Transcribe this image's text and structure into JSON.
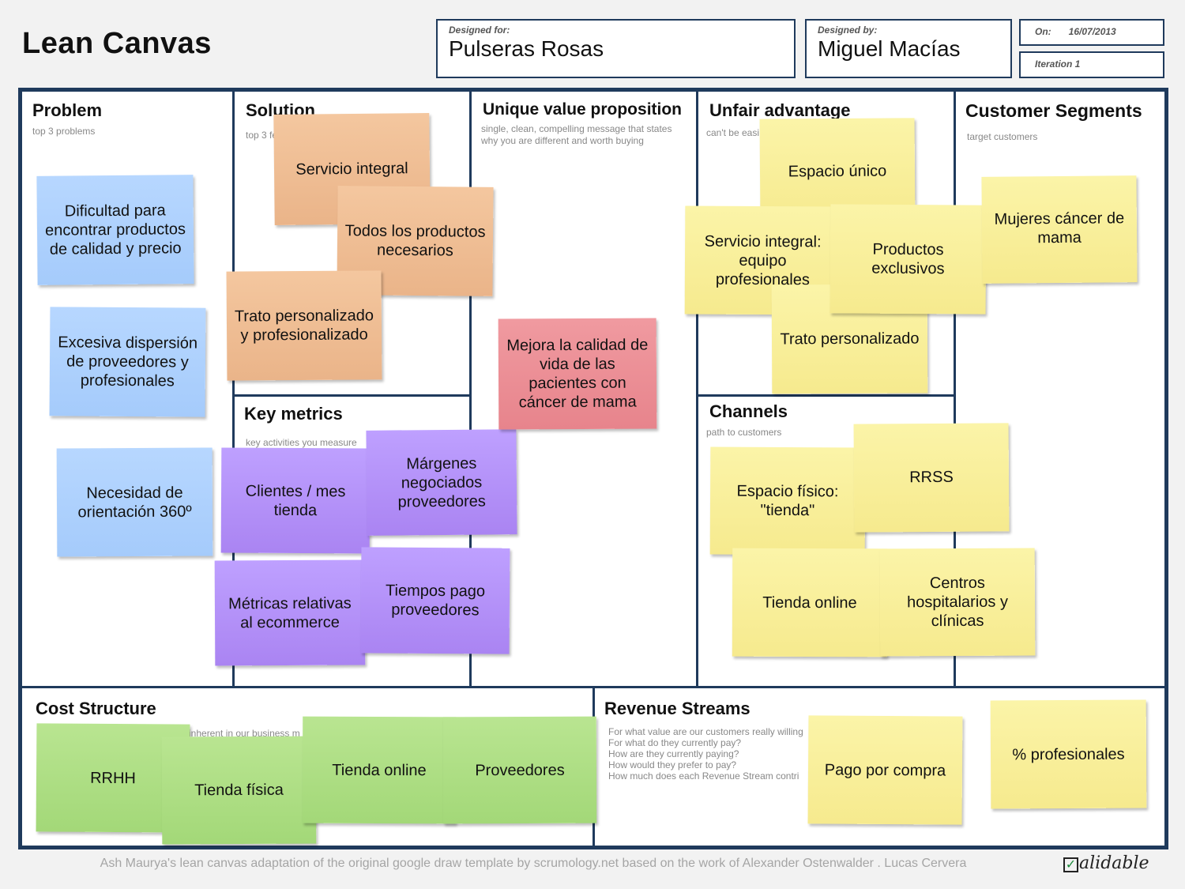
{
  "header": {
    "title": "Lean Canvas",
    "designed_for_label": "Designed for:",
    "designed_for": "Pulseras Rosas",
    "designed_by_label": "Designed by:",
    "designed_by": "Miguel Macías",
    "on_label": "On:",
    "date": "16/07/2013",
    "iteration": "Iteration 1"
  },
  "sections": {
    "problem": {
      "title": "Problem",
      "subtitle": "top 3 problems"
    },
    "solution": {
      "title": "Solution",
      "subtitle": "top 3 fe"
    },
    "uvp": {
      "title": "Unique value proposition",
      "subtitle_1": "single, clean, compelling message that states",
      "subtitle_2": "why you are different and worth buying"
    },
    "unfair": {
      "title": "Unfair advantage",
      "subtitle": "can't be easi"
    },
    "segments": {
      "title": "Customer Segments",
      "subtitle": "target customers"
    },
    "metrics": {
      "title": "Key metrics",
      "subtitle": "key activities you measure"
    },
    "channels": {
      "title": "Channels",
      "subtitle": "path to customers"
    },
    "cost": {
      "title": "Cost Structure",
      "subtitle": "inherent in our business m"
    },
    "revenue": {
      "title": "Revenue Streams",
      "subtitle_lines": [
        "For what value are our customers really willing",
        "For what do they currently pay?",
        "How are they currently paying?",
        "How would they prefer to pay?",
        "How much does each Revenue Stream contri"
      ]
    }
  },
  "notes": {
    "problem": [
      "Dificultad para encontrar productos de calidad y precio",
      "Excesiva dispersión de proveedores y profesionales",
      "Necesidad de orientación 360º"
    ],
    "solution": [
      "Servicio integral",
      "Todos los productos necesarios",
      "Trato personalizado y profesionalizado"
    ],
    "metrics": [
      "Clientes / mes tienda",
      "Márgenes negociados proveedores",
      "Métricas relativas al ecommerce",
      "Tiempos pago proveedores"
    ],
    "uvp": [
      "Mejora la calidad de vida de las pacientes con cáncer de mama"
    ],
    "unfair": [
      "Espacio único",
      "Servicio integral: equipo profesionales",
      "Productos exclusivos",
      "Trato personalizado"
    ],
    "segments": [
      "Mujeres cáncer de mama"
    ],
    "channels": [
      "Espacio físico: \"tienda\"",
      "RRSS",
      "Tienda online",
      "Centros hospitalarios y clínicas"
    ],
    "cost": [
      "RRHH",
      "Tienda física",
      "Tienda online",
      "Proveedores"
    ],
    "revenue": [
      "Pago por compra",
      "% profesionales"
    ]
  },
  "colors": {
    "border": "#1f3a5c",
    "problem_note": "#a5cbfb",
    "solution_note": "#eab489",
    "metrics_note": "#aa84f2",
    "uvp_note": "#e7848c",
    "yellow_note": "#f6ea8e",
    "cost_note": "#a3d878"
  },
  "footer": {
    "credit": "Ash Maurya's lean canvas adaptation of the original google draw template by scrumology.net based on the work of Alexander Ostenwalder . Lucas Cervera",
    "brand": "alidable",
    "brand_icon": "checkbox-icon"
  }
}
